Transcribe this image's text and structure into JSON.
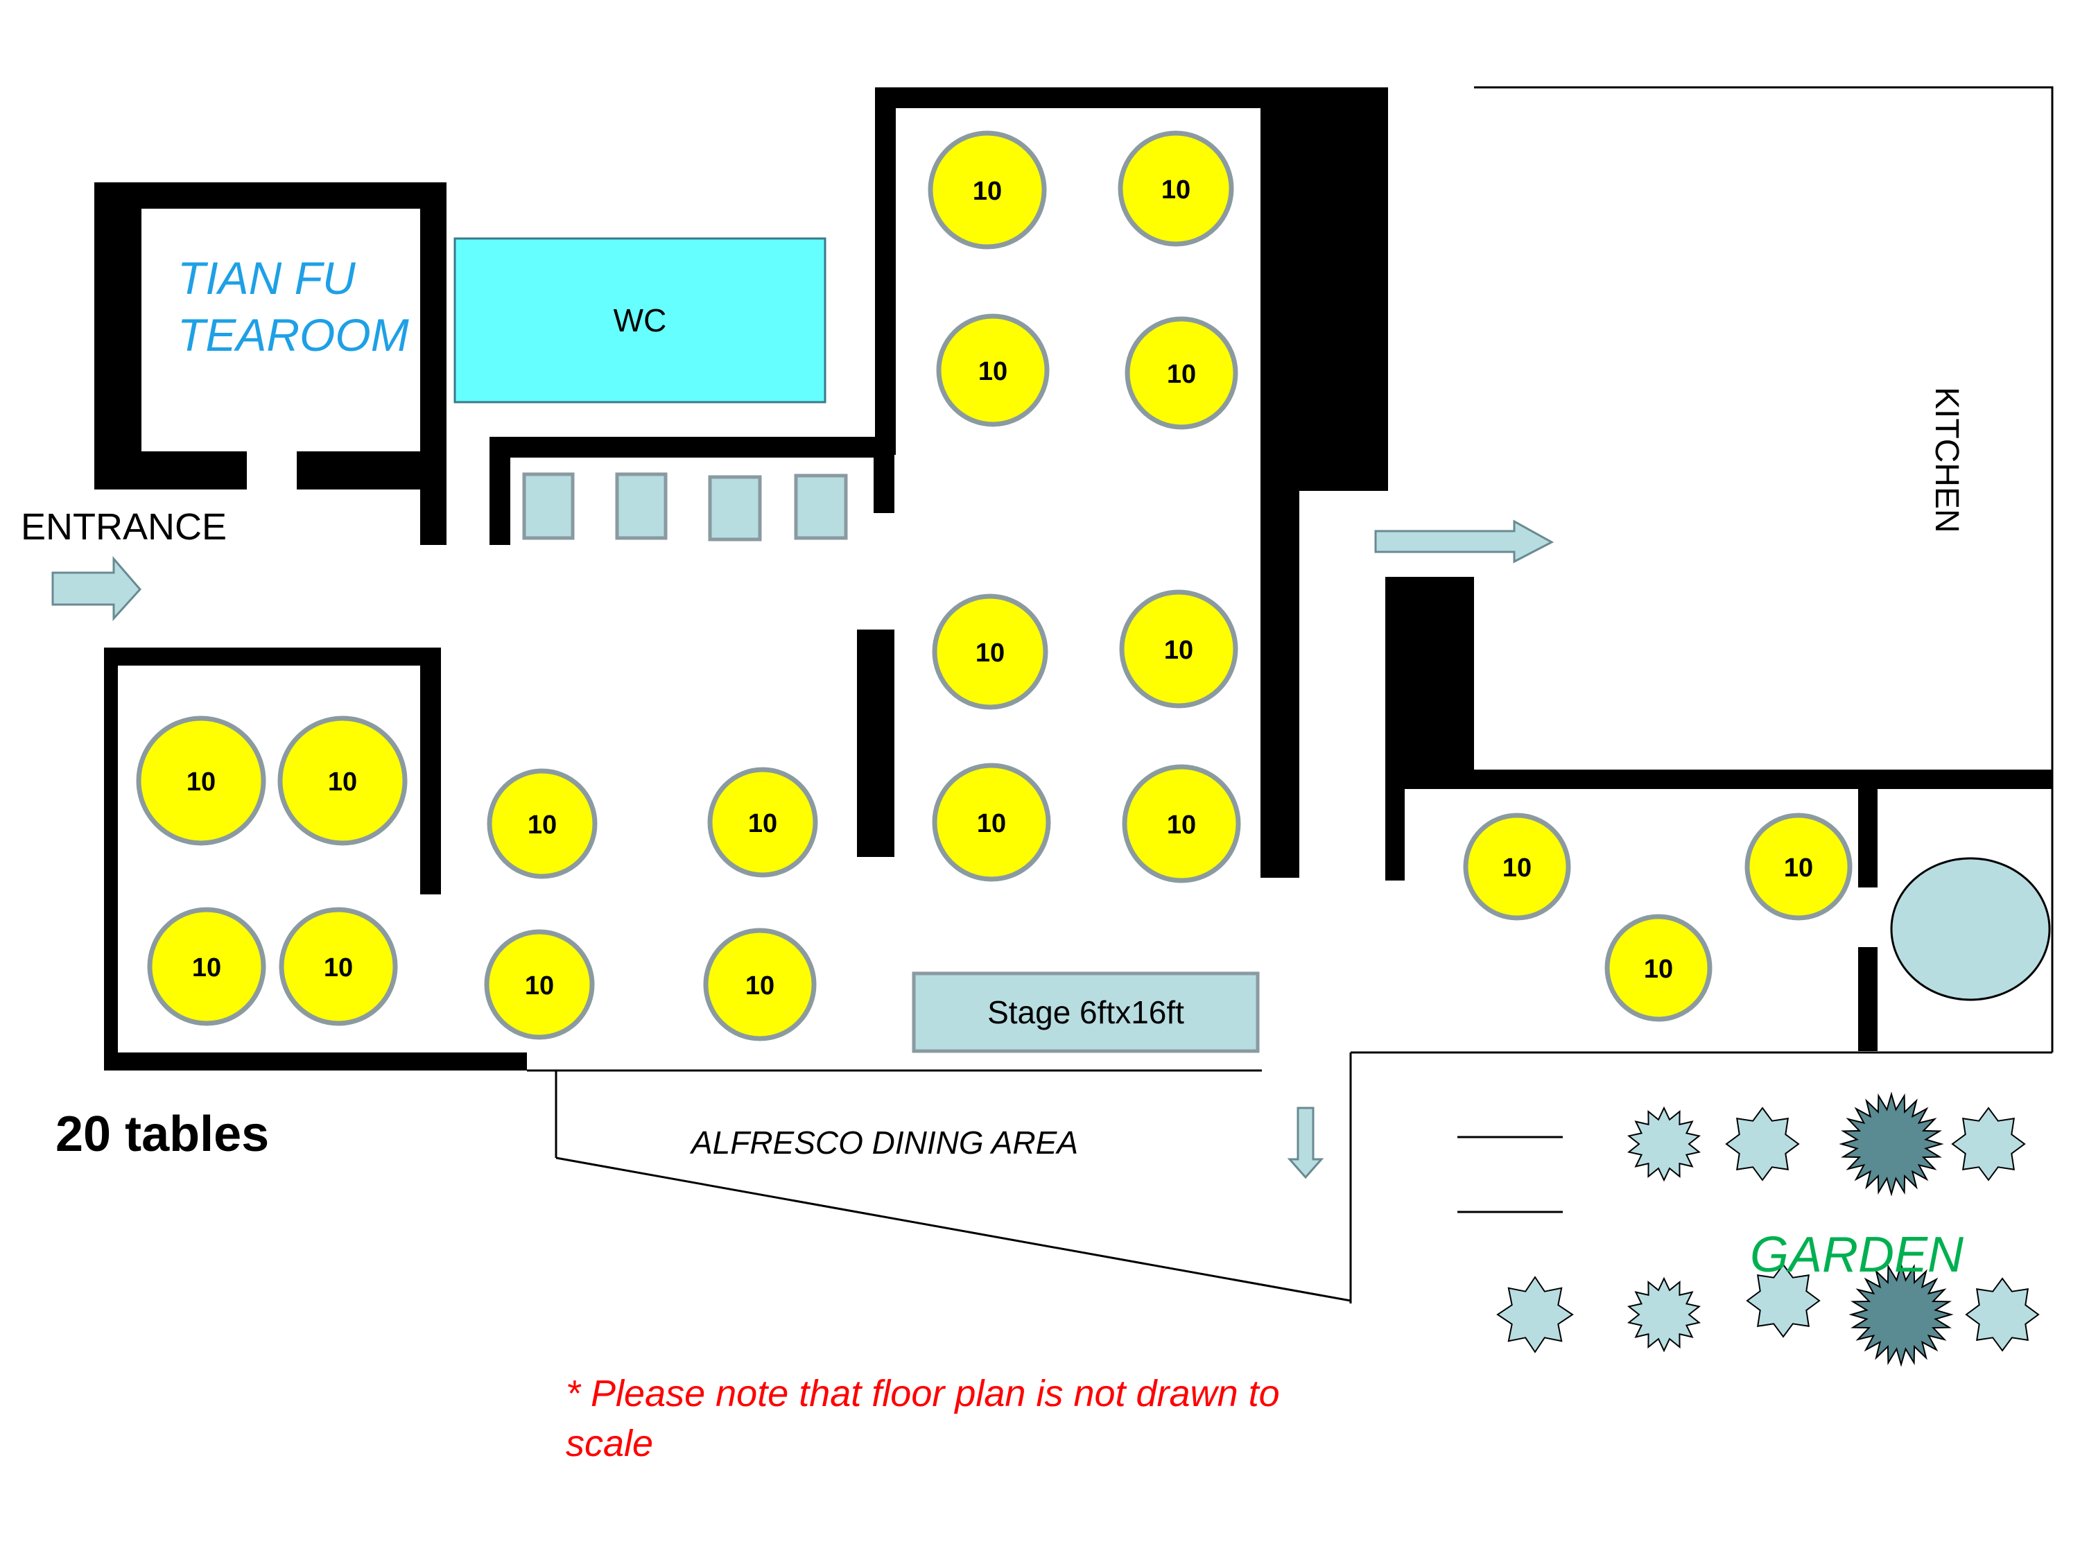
{
  "colors": {
    "wall": "#000000",
    "table_fill": "#ffff00",
    "table_stroke": "#8a9aa0",
    "light_blue": "#b7dde1",
    "light_blue_stroke": "#8a9aa0",
    "wc_fill": "#66ffff",
    "tearoom_text": "#1ea0e6",
    "garden_text": "#00b050",
    "note_text": "#ff0000"
  },
  "labels": {
    "tearoom_line1": "TIAN FU",
    "tearoom_line2": "TEAROOM",
    "wc": "WC",
    "entrance": "ENTRANCE",
    "kitchen": "KITCHEN",
    "stage": "Stage 6ftx16ft",
    "alfresco": "ALFRESCO DINING AREA",
    "table_count": "20 tables",
    "garden": "GARDEN",
    "note_line1": "* Please note that floor plan is not drawn to",
    "note_line2": "scale"
  },
  "tables": [
    {
      "name": "table-1",
      "seats": "10"
    },
    {
      "name": "table-2",
      "seats": "10"
    },
    {
      "name": "table-3",
      "seats": "10"
    },
    {
      "name": "table-4",
      "seats": "10"
    },
    {
      "name": "table-5",
      "seats": "10"
    },
    {
      "name": "table-6",
      "seats": "10"
    },
    {
      "name": "table-7",
      "seats": "10"
    },
    {
      "name": "table-8",
      "seats": "10"
    },
    {
      "name": "table-9",
      "seats": "10"
    },
    {
      "name": "table-10",
      "seats": "10"
    },
    {
      "name": "table-11",
      "seats": "10"
    },
    {
      "name": "table-12",
      "seats": "10"
    },
    {
      "name": "table-13",
      "seats": "10"
    },
    {
      "name": "table-14",
      "seats": "10"
    },
    {
      "name": "table-15",
      "seats": "10"
    },
    {
      "name": "table-16",
      "seats": "10"
    },
    {
      "name": "table-17",
      "seats": "10"
    },
    {
      "name": "table-18",
      "seats": "10"
    },
    {
      "name": "table-19",
      "seats": "10"
    },
    {
      "name": "table-20",
      "seats": "10"
    }
  ],
  "icons": {
    "entrance_arrow": "arrow-right-icon",
    "kitchen_arrow": "arrow-right-icon",
    "alfresco_arrow": "arrow-down-icon",
    "plants": "star-shrub-icon",
    "round_feature": "oval-feature-icon"
  }
}
